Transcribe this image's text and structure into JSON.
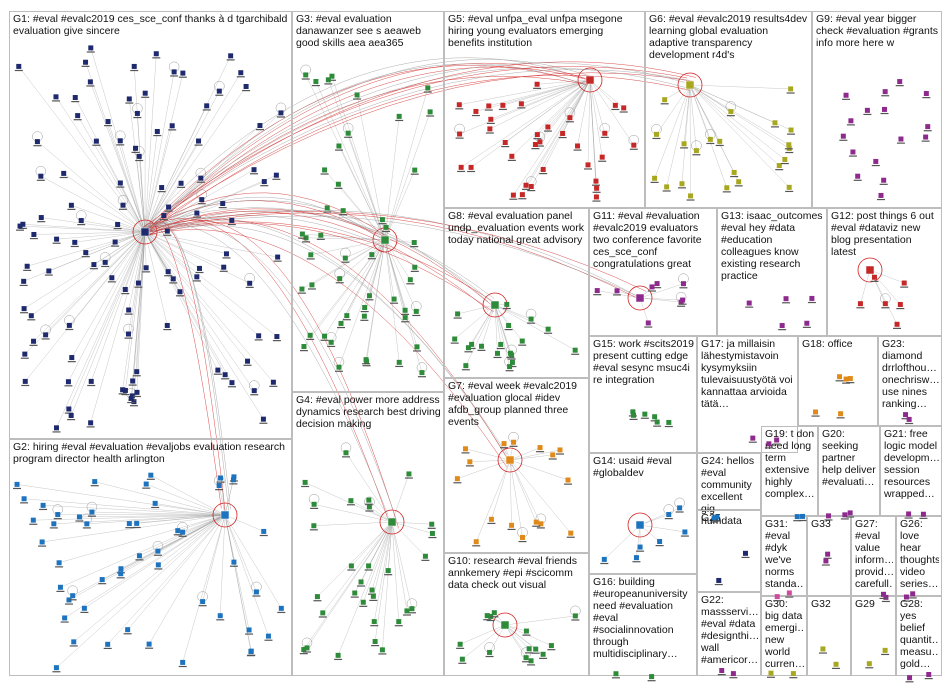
{
  "colors": {
    "edge_gray": "#9a9a9a",
    "edge_red": "#d22020",
    "box_border": "#bdbdbd",
    "label_text": "#111111",
    "node_blue_dark": "#1f2a6e",
    "node_blue": "#1e73be",
    "node_green": "#2e8b3a",
    "node_red": "#c62828",
    "node_olive": "#a8a820",
    "node_orange": "#e08a1a",
    "node_purple": "#8e2a8e",
    "node_pink": "#d04aa0"
  },
  "groups": [
    {
      "id": "G1",
      "label": "G1: #eval #evalc2019 ces_sce_conf thanks à d tgarchibald evaluation give sincere"
    },
    {
      "id": "G2",
      "label": "G2: hiring #eval #evaluation #evaljobs evaluation research program director health arlington"
    },
    {
      "id": "G3",
      "label": "G3: #eval evaluation danawanzer see s aeaweb good skills aea aea365"
    },
    {
      "id": "G4",
      "label": "G4: #eval power more address dynamics research best driving decision making"
    },
    {
      "id": "G5",
      "label": "G5: #eval unfpa_eval unfpa msegone hiring young evaluators emerging benefits institution"
    },
    {
      "id": "G6",
      "label": "G6: #eval #evalc2019 results4dev learning global evaluation adaptive transparency development r4d's"
    },
    {
      "id": "G7",
      "label": "G7: #eval week #evalc2019 #evaluation glocal #idev afdb_group planned three events"
    },
    {
      "id": "G8",
      "label": "G8: #eval evaluation panel undp_evaluation events work today national great advisory"
    },
    {
      "id": "G9",
      "label": "G9: #eval year bigger check #evaluation #grants info more here w"
    },
    {
      "id": "G10",
      "label": "G10: research #eval friends annkemery #epi #scicomm data check out visual"
    },
    {
      "id": "G11",
      "label": "G11: #eval #evaluation #evalc2019 evaluators two conference favorite ces_sce_conf congratulations great"
    },
    {
      "id": "G12",
      "label": "G12: post things 6 out #eval #dataviz new blog presentation latest"
    },
    {
      "id": "G13",
      "label": "G13: isaac_outcomes #eval hey #data #education colleagues know existing research practice"
    },
    {
      "id": "G14",
      "label": "G14: usaid #eval #globaldev"
    },
    {
      "id": "G15",
      "label": "G15: work #scits2019 present cutting edge #eval sesync msuc4i re integration"
    },
    {
      "id": "G16",
      "label": "G16: building #europeanuniversity need #evaluation #eval #socialinnovation through multidisciplinary…"
    },
    {
      "id": "G17",
      "label": "G17: ja millaisin lähestymistavoin kysymyksiin tulevaisuustyötä voi kannattaa arvioida tätä…"
    },
    {
      "id": "G18",
      "label": "G18: office"
    },
    {
      "id": "G19",
      "label": "G19: t don need long term extensive highly complex…"
    },
    {
      "id": "G20",
      "label": "G20: seeking partner help deliver #evaluati…"
    },
    {
      "id": "G21",
      "label": "G21: free logic model developm… session resources wrapped…"
    },
    {
      "id": "G22",
      "label": "G22: massservi… #eval #data #designthi… wall #americor…"
    },
    {
      "id": "G23",
      "label": "G23: diamond drrlofthou… onechrisw… use nines ranking…"
    },
    {
      "id": "G24",
      "label": "G24: hellos #eval community excellent gig humdata"
    },
    {
      "id": "G25",
      "label": "G25"
    },
    {
      "id": "G26",
      "label": "G26: love hear thoughts video series…"
    },
    {
      "id": "G27",
      "label": "G27: #eval value inform… provid… carefull…"
    },
    {
      "id": "G28",
      "label": "G28: yes belief quantit… measu… gold…"
    },
    {
      "id": "G29",
      "label": "G29"
    },
    {
      "id": "G30",
      "label": "G30: big data emergi… new world curren…"
    },
    {
      "id": "G31",
      "label": "G31: #eval #dyk we've norms standa…"
    },
    {
      "id": "G32",
      "label": "G32"
    },
    {
      "id": "G33",
      "label": "G33"
    }
  ]
}
